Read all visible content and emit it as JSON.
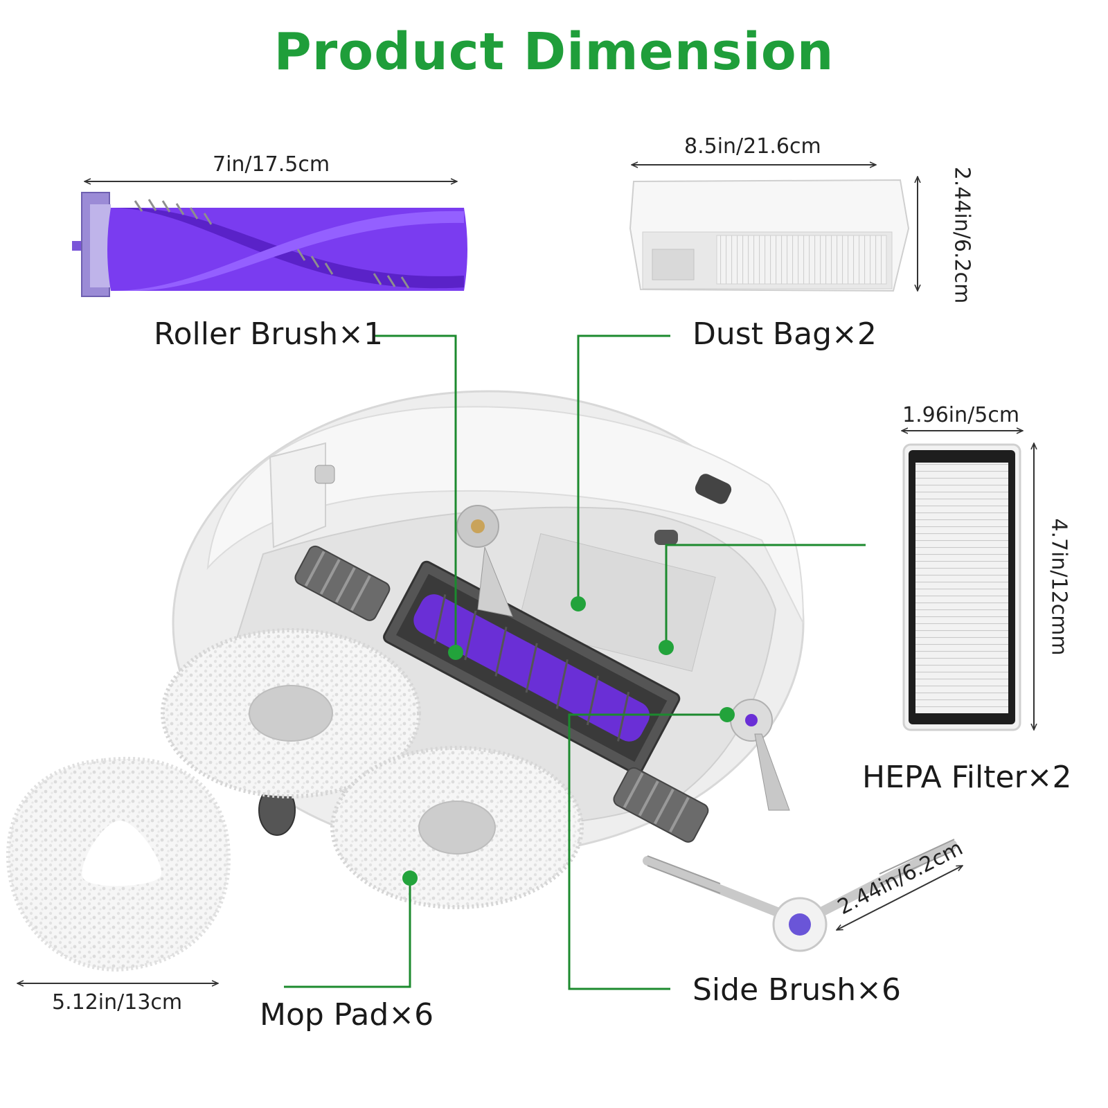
{
  "title": "Product Dimension",
  "colors": {
    "title": "#1f9e3a",
    "leader": "#1c8a2e",
    "dot": "#22a33b",
    "brush_purple": "#6a2fd6",
    "pad_white": "#f4f4f4"
  },
  "parts": {
    "roller_brush": {
      "label": "Roller Brush×1",
      "dimension": "7in/17.5cm"
    },
    "dust_bag": {
      "label": "Dust Bag×2",
      "width": "8.5in/21.6cm",
      "height": "2.44in/6.2cm"
    },
    "hepa_filter": {
      "label": "HEPA Filter×2",
      "width": "1.96in/5cm",
      "height": "4.7in/12cmm"
    },
    "mop_pad": {
      "label": "Mop Pad×6",
      "dimension": "5.12in/13cm"
    },
    "side_brush": {
      "label": "Side Brush×6",
      "dimension": "2.44in/6.2cm"
    }
  }
}
